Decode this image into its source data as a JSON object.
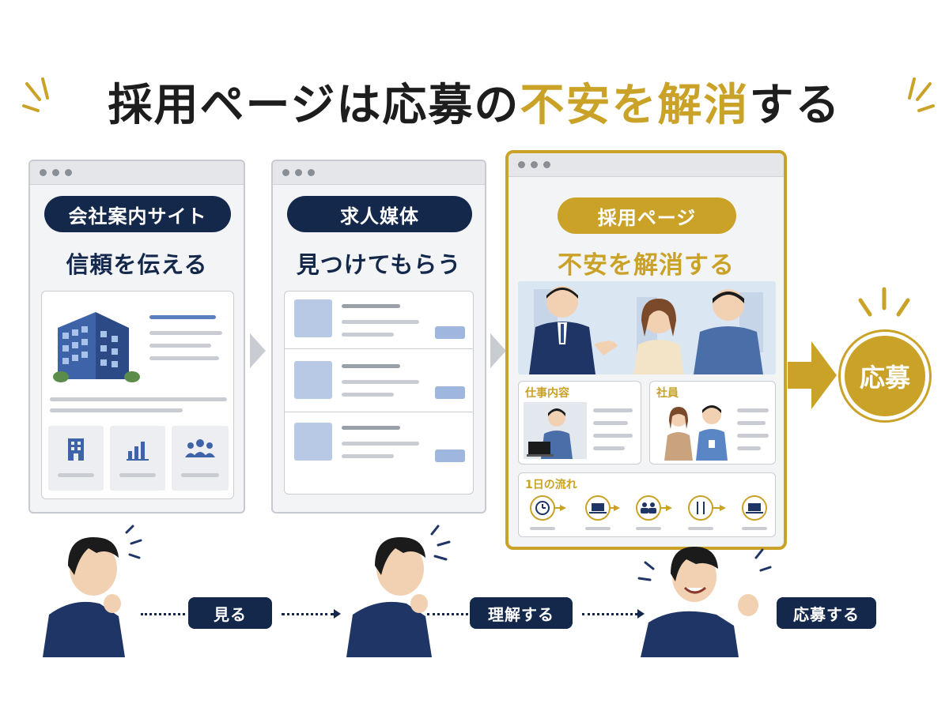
{
  "title": {
    "part1": "採用ページは応募の",
    "highlight": "不安を解消",
    "part2": "する"
  },
  "panels": [
    {
      "pill": "会社案内サイト",
      "subtitle": "信頼を伝える"
    },
    {
      "pill": "求人媒体",
      "subtitle": "見つけてもらう"
    },
    {
      "pill": "採用ページ",
      "subtitle": "不安を解消する"
    }
  ],
  "recruit_sections": {
    "job": "仕事内容",
    "staff": "社員",
    "day_flow": "1日の流れ"
  },
  "apply": {
    "label": "応募"
  },
  "steps": [
    "見る",
    "理解する",
    "応募する"
  ],
  "colors": {
    "navy": "#14284b",
    "gold": "#c9a227",
    "gray": "#c9cdd3",
    "light_blue": "#b8c9e6"
  }
}
